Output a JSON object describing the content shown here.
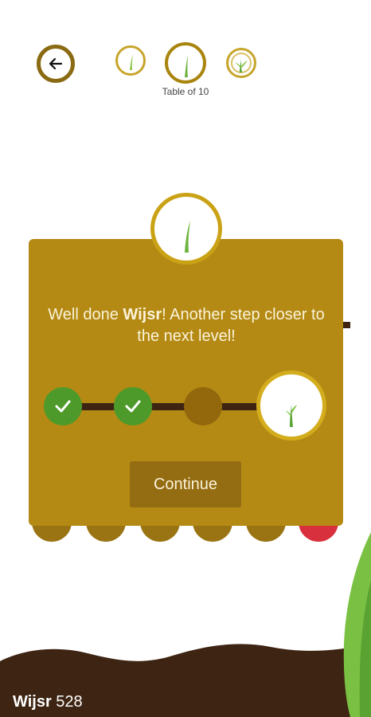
{
  "header": {
    "back_icon": "arrow-left-icon",
    "level_label": "Table of 10"
  },
  "modal": {
    "message_prefix": "Well done ",
    "user_name": "Wijsr",
    "message_suffix": "! Another step closer to the next level!",
    "steps": [
      {
        "state": "done",
        "icon": "check-icon"
      },
      {
        "state": "done",
        "icon": "check-icon"
      },
      {
        "state": "pending",
        "icon": ""
      },
      {
        "state": "goal",
        "icon": "sprout-icon"
      }
    ],
    "continue_label": "Continue"
  },
  "footer": {
    "user_name": "Wijsr",
    "score": "528"
  },
  "colors": {
    "modal_bg": "#b48a14",
    "accent_gold": "#caa216",
    "done_green": "#4d9a2a",
    "soil": "#3e2413",
    "leaf_green": "#7ac143"
  }
}
